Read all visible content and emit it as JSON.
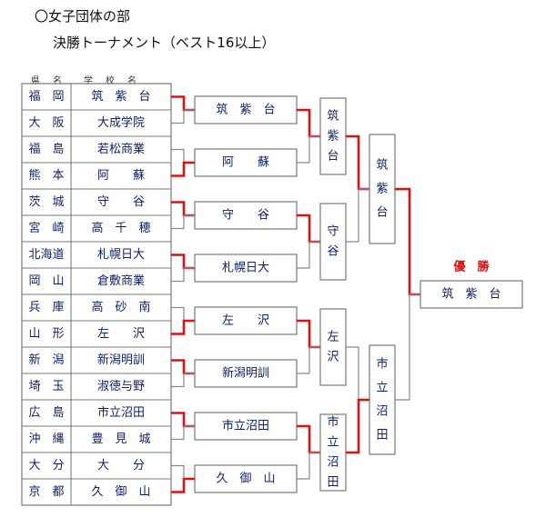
{
  "header": {
    "title": "〇女子団体の部",
    "subtitle": "決勝トーナメント（ベスト16以上）"
  },
  "table_headers": {
    "prefecture": "県　名",
    "school": "学　校　名"
  },
  "teams": [
    {
      "pref": "福　岡",
      "school": "筑　紫　台"
    },
    {
      "pref": "大　阪",
      "school": "大成学院"
    },
    {
      "pref": "福　島",
      "school": "若松商業"
    },
    {
      "pref": "熊　本",
      "school": "阿　　蘇"
    },
    {
      "pref": "茨　城",
      "school": "守　　谷"
    },
    {
      "pref": "宮　崎",
      "school": "高　千　穂"
    },
    {
      "pref": "北海道",
      "school": "札幌日大"
    },
    {
      "pref": "岡　山",
      "school": "倉敷商業"
    },
    {
      "pref": "兵　庫",
      "school": "高　砂　南"
    },
    {
      "pref": "山　形",
      "school": "左　　沢"
    },
    {
      "pref": "新　潟",
      "school": "新潟明訓"
    },
    {
      "pref": "埼　玉",
      "school": "淑徳与野"
    },
    {
      "pref": "広　島",
      "school": "市立沼田"
    },
    {
      "pref": "沖　縄",
      "school": "豊　見　城"
    },
    {
      "pref": "大　分",
      "school": "大　　分"
    },
    {
      "pref": "京　都",
      "school": "久　御　山"
    }
  ],
  "rounds": {
    "round2": [
      "筑　紫　台",
      "阿　　蘇",
      "守　　谷",
      "札幌日大",
      "左　　沢",
      "新潟明訓",
      "市立沼田",
      "久　御　山"
    ],
    "quarterfinal": [
      "筑紫台",
      "守谷",
      "左沢",
      "市立沼田"
    ],
    "semifinal": [
      "筑紫台",
      "市立沼田"
    ]
  },
  "champion": {
    "label": "優　勝",
    "name": "筑　紫　台"
  },
  "winners": {
    "r1": [
      0,
      3,
      4,
      6,
      9,
      10,
      12,
      15
    ],
    "r2": [
      0,
      2,
      4,
      6
    ],
    "qf": [
      0,
      3
    ],
    "sf": 0
  },
  "colors": {
    "winner_line": "#e01010",
    "loser_line": "#888888",
    "box_border": "#777777",
    "team_text": "#0b1f6e"
  }
}
